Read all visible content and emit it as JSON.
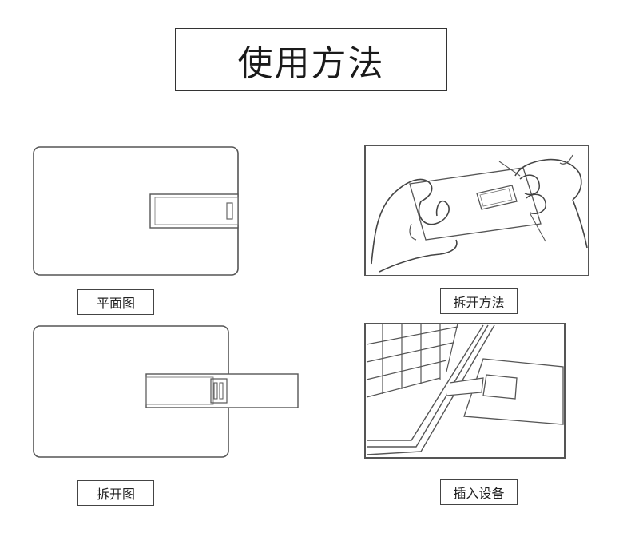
{
  "title": "使用方法",
  "labels": {
    "flat_view": "平面图",
    "open_method": "拆开方法",
    "open_view": "拆开图",
    "insert_device": "插入设备"
  }
}
